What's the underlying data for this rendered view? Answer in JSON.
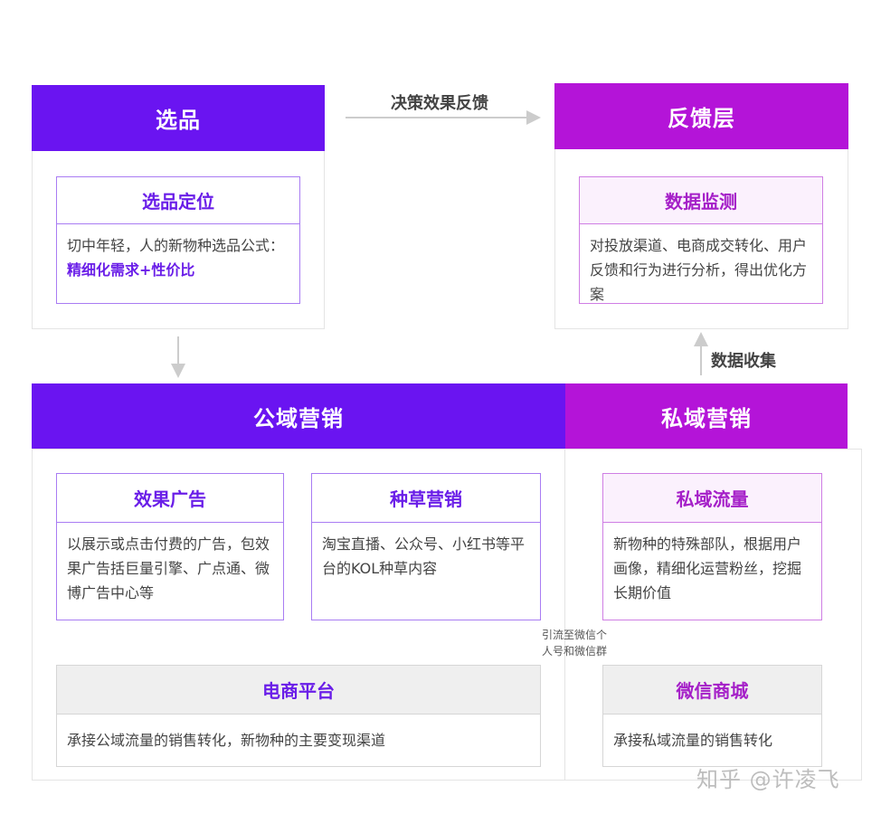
{
  "select": {
    "header": "选品",
    "card_title": "选品定位",
    "body_prefix": "切中年轻，人的新物种选品公式：",
    "body_highlight": "精细化需求+性价比"
  },
  "feedback": {
    "header": "反馈层",
    "card_title": "数据监测",
    "body": "对投放渠道、电商成交转化、用户反馈和行为进行分析，得出优化方案"
  },
  "public_domain": {
    "header": "公域营销",
    "ad": {
      "title": "效果广告",
      "body": "以展示或点击付费的广告，包效果广告括巨量引擎、广点通、微博广告中心等"
    },
    "seeding": {
      "title": "种草营销",
      "body": "淘宝直播、公众号、小红书等平台的KOL种草内容"
    },
    "ecommerce": {
      "title": "电商平台",
      "body": "承接公域流量的销售转化，新物种的主要变现渠道"
    }
  },
  "private_domain": {
    "header": "私域营销",
    "traffic": {
      "title": "私域流量",
      "body": "新物种的特殊部队，根据用户画像，精细化运营粉丝，挖掘长期价值"
    },
    "mall": {
      "title": "微信商城",
      "body": "承接私域流量的销售转化"
    }
  },
  "labels": {
    "decision_feedback": "决策效果反馈",
    "data_collection": "数据收集",
    "redirect_line1": "引流至微信个",
    "redirect_line2": "人号和微信群"
  },
  "watermark": "知乎 @许凌飞",
  "colors": {
    "blue": "#6a14f1",
    "magenta": "#b414d8",
    "connector": "#cccccc"
  }
}
